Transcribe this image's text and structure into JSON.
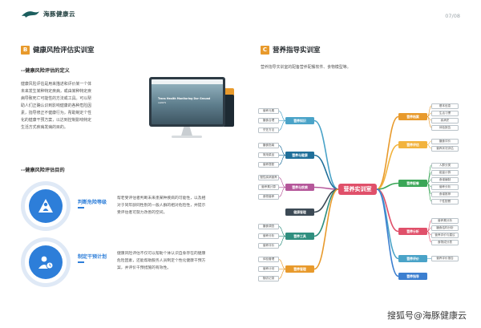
{
  "header": {
    "logo_text": "海豚健康云",
    "page_number": "07/08"
  },
  "left": {
    "badge": "B",
    "title": "健康风险评估实训室",
    "definition_heading": "--健康风险评估的定义",
    "definition_lines": [
      "健康风险评估是用来描述和评价某一个体",
      "未来发生某种特定疾病，或由某种特定疾",
      "病导致死亡可能性的方法或工具。可以帮",
      "助人们正确认识到影响健康的各种危险因",
      "素，指导修正不健康行为，帮助制定个性",
      "化的健康干预方案，以达到控制影响特定",
      "生活方式疾病发病的目的。"
    ],
    "monitor_text_1": "Trans Health Monitoring Dor Ground",
    "monitor_text_2": "ALWAYS",
    "goal_heading": "--健康风险评估目的",
    "goals": [
      {
        "title": "判断危险等级",
        "desc": [
          "帮老受评估者判断未来患某种疾病的可能性，以及相",
          "对于同年龄同性别的一般人群的相对危险性，并提示",
          "受评估者可努力改善的空间。"
        ]
      },
      {
        "title": "制定干预计划",
        "desc": [
          "健康风险评估不仅可以帮助个体认识自身存在的健康",
          "危险因素，还能帮助服务人员制定个性化健康干预方",
          "案，并评价干预措施的有效性。"
        ]
      }
    ]
  },
  "right": {
    "badge": "C",
    "title": "营养指导实训室",
    "intro": "营养指导实训室的配备营养配餐软件、食物模型等。",
    "center": "营养实训室",
    "left_branches": [
      {
        "label": "营养知识",
        "color": "#4aa3c8",
        "leaves": [
          "营养元素",
          "膳食合理",
          "烹饪方法"
        ]
      },
      {
        "label": "营养与健康",
        "color": "#1f6f9a",
        "leaves": [
          "膳食指南",
          "常用菜品",
          "营养搭配"
        ]
      },
      {
        "label": "营养与疾病",
        "color": "#b5579a",
        "leaves": [
          "慢性疾病营养",
          "营养素计算",
          "食物营养"
        ]
      },
      {
        "label": "健康管理",
        "color": "#3c4a55",
        "leaves": []
      },
      {
        "label": "营养工具",
        "color": "#2f8f7f",
        "leaves": [
          "膳食调查",
          "营养分析",
          "营养评价"
        ]
      },
      {
        "label": "营养管理",
        "color": "#e89a2c",
        "leaves": [
          "体检管理",
          "营养计划",
          "随访记录"
        ]
      }
    ],
    "right_branches": [
      {
        "label": "营养档案",
        "color": "#e89a2c",
        "leaves": [
          "基本信息",
          "生活习惯",
          "疾病史",
          "体检报告"
        ]
      },
      {
        "label": "营养评估",
        "color": "#f2b33d",
        "leaves": [
          "膳食评价",
          "营养状况评估"
        ]
      },
      {
        "label": "营养配餐",
        "color": "#3aa657",
        "leaves": [
          "人群分类",
          "能量计算",
          "食谱编制",
          "营养分析",
          "食谱推荐",
          "个性配餐"
        ]
      },
      {
        "label": "营养分析",
        "color": "#e0506a",
        "leaves": [
          "营养素分析",
          "膳食结构分析",
          "营养评价与建议",
          "食物成分表"
        ]
      },
      {
        "label": "营养评价",
        "color": "#4aa3c8",
        "leaves": [
          "营养评价报告"
        ]
      },
      {
        "label": "营养指导",
        "color": "#3c7fd0",
        "leaves": []
      }
    ]
  },
  "watermark": "搜狐号@海豚健康云"
}
